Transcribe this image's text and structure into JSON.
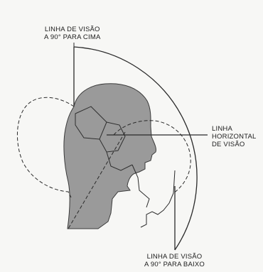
{
  "labels": {
    "vision_up": {
      "line1": "LINHA DE VISÃO",
      "line2": "A 90° PARA CIMA"
    },
    "vision_horizontal": {
      "line1": "LINHA",
      "line2": "HORIZONTAL",
      "line3": "DE VISÃO"
    },
    "vision_down": {
      "line1": "LINHA DE VISÃO",
      "line2": "A 90° PARA BAIXO"
    }
  },
  "colors": {
    "head_fill": "#9a9a9a",
    "line": "#2a2a2a",
    "background": "#f7f7f5"
  }
}
